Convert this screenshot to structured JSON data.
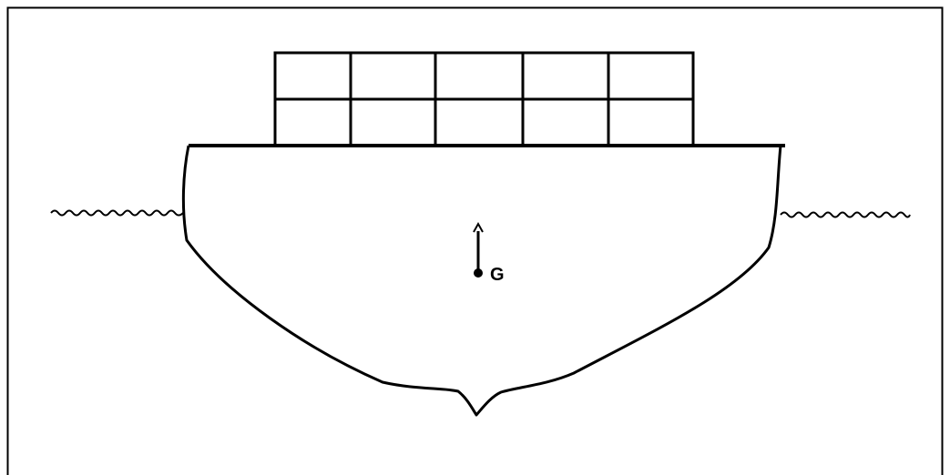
{
  "diagram": {
    "center_of_gravity_label": "G"
  },
  "colors": {
    "stroke": "#000000",
    "background": "#ffffff"
  },
  "containers": {
    "rows": 2,
    "columns": 5
  },
  "icons": {
    "arrow": "upward-arrow-icon",
    "point": "point-marker"
  }
}
